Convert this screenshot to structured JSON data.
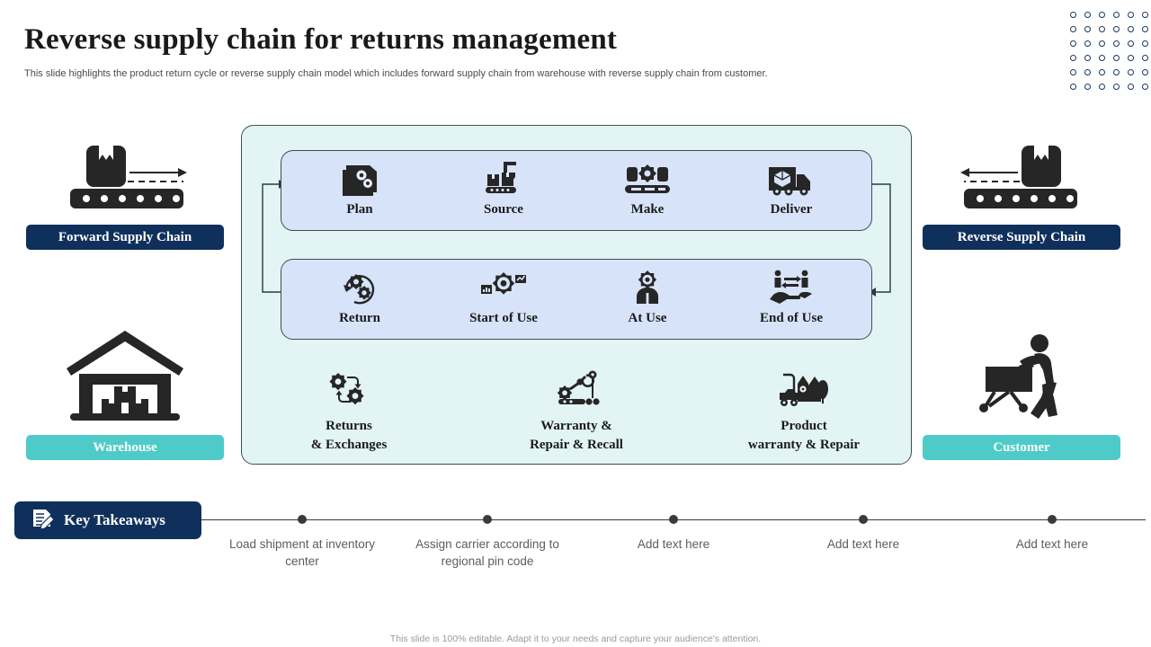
{
  "header": {
    "title": "Reverse supply chain for returns management",
    "subtitle": "This slide highlights the product return cycle  or reverse supply chain model which includes forward supply chain from warehouse with reverse supply chain from customer."
  },
  "colors": {
    "navy": "#10305c",
    "teal": "#4ecbc8",
    "panel_outer": "#e2f4f3",
    "panel_row": "#d6e3f8",
    "icon_dark": "#262626",
    "dot_ring": "#1b3a5c"
  },
  "left_block": {
    "icon": "conveyor-box-right-arrow-icon",
    "badge_label": "Forward Supply Chain",
    "warehouse_icon": "warehouse-icon",
    "warehouse_label": "Warehouse"
  },
  "right_block": {
    "icon": "conveyor-box-left-arrow-icon",
    "badge_label": "Reverse Supply Chain",
    "customer_icon": "customer-shopping-cart-icon",
    "customer_label": "Customer"
  },
  "center": {
    "row1": [
      {
        "label": "Plan",
        "icon": "documents-gears-icon"
      },
      {
        "label": "Source",
        "icon": "crane-boxes-icon"
      },
      {
        "label": "Make",
        "icon": "production-line-icon"
      },
      {
        "label": "Deliver",
        "icon": "delivery-truck-icon"
      }
    ],
    "row2": [
      {
        "label": "Return",
        "icon": "gears-cycle-icon"
      },
      {
        "label": "Start of Use",
        "icon": "gear-chart-icon"
      },
      {
        "label": "At Use",
        "icon": "person-gear-head-icon"
      },
      {
        "label": "End of Use",
        "icon": "handover-people-icon"
      }
    ],
    "services": [
      {
        "label": "Returns\n& Exchanges",
        "icon": "gears-exchange-icon"
      },
      {
        "label": "Warranty &\nRepair & Recall",
        "icon": "robot-arm-gear-icon"
      },
      {
        "label": "Product\nwarranty & Repair",
        "icon": "vehicle-house-repair-icon"
      }
    ]
  },
  "key_takeaways": {
    "badge_label": "Key Takeaways",
    "badge_icon": "document-pencil-icon",
    "items": [
      "Load shipment at inventory  center",
      "Assign carrier according to regional pin code",
      "Add text here",
      "Add text here",
      "Add text here"
    ]
  },
  "footer": {
    "note": "This slide is 100% editable.  Adapt it to your needs and capture your audience's attention."
  }
}
